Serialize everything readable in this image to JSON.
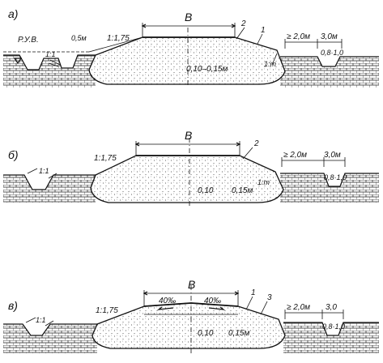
{
  "panels": [
    {
      "letter": "a)",
      "width_label": "B",
      "callout_1": "1",
      "callout_2": "2",
      "water_level": "Р.У.В.",
      "berm_left": "0,5м",
      "slope_top": "1:1,75",
      "slope_inner": "1:1",
      "thickness": "0,10–0,15м",
      "slope_right": "1:m",
      "berm_right": "≥ 2,0м",
      "ditch_top": "3,0м",
      "ditch_depth": "0,8·1,0"
    },
    {
      "letter": "б)",
      "width_label": "B",
      "callout_2": "2",
      "slope_top": "1:1,75",
      "slope_inner": "1:1",
      "thickness_a": "0,10",
      "thickness_b": "0,15м",
      "slope_right": "1:m",
      "berm_right": "≥ 2,0м",
      "ditch_top": "3,0м",
      "ditch_depth": "0,8·1,0"
    },
    {
      "letter": "в)",
      "width_label": "B",
      "callout_1": "1",
      "callout_3": "3",
      "slope_top": "1:1,75",
      "crown_left": "40‰",
      "crown_right": "40‰",
      "slope_inner": "1:1",
      "thickness_a": "0,10",
      "thickness_b": "0,15м",
      "berm_right": "≥ 2,0м",
      "ditch_top": "3,0",
      "ditch_depth": "0,8·1,0"
    }
  ]
}
